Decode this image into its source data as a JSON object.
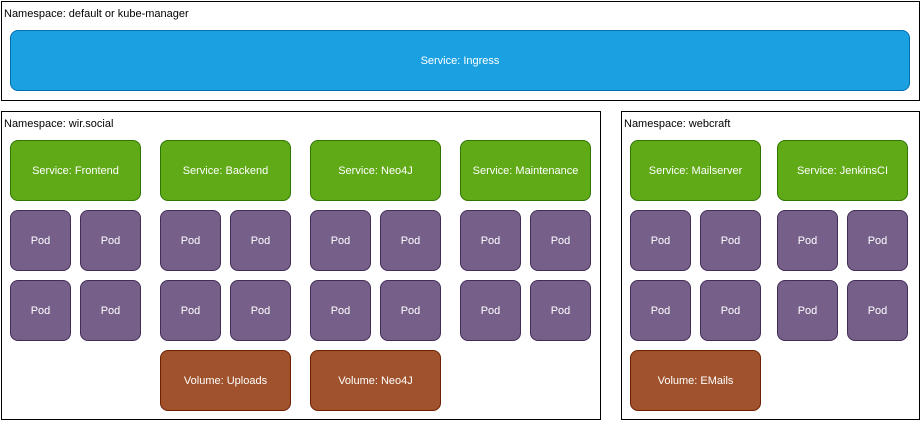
{
  "namespaces": {
    "default": {
      "label": "Namespace: default or kube-manager",
      "ingress": "Service: Ingress"
    },
    "wirsocial": {
      "label": "Namespace: wir.social",
      "services": [
        "Service: Frontend",
        "Service: Backend",
        "Service: Neo4J",
        "Service: Maintenance"
      ],
      "volumes": [
        "Volume: Uploads",
        "Volume: Neo4J"
      ]
    },
    "webcraft": {
      "label": "Namespace: webcraft",
      "services": [
        "Service: Mailserver",
        "Service: JenkinsCI"
      ],
      "volumes": [
        "Volume: EMails"
      ]
    }
  },
  "pod_label": "Pod",
  "colors": {
    "ingress": "#1ba1e2",
    "service": "#60a917",
    "pod": "#76608a",
    "volume": "#a0522d"
  }
}
